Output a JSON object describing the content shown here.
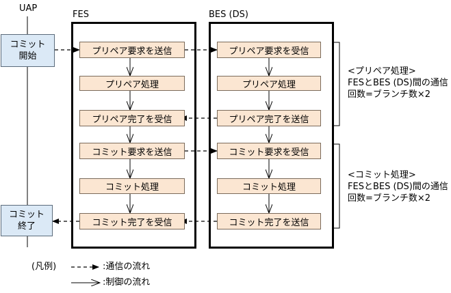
{
  "labels": {
    "uap": "UAP",
    "fes": "FES",
    "bes": "BES (DS)"
  },
  "uap_boxes": {
    "commit_start": {
      "line1": "コミット",
      "line2": "開始"
    },
    "commit_end": {
      "line1": "コミット",
      "line2": "終了"
    }
  },
  "fes_steps": [
    "プリペア要求を送信",
    "プリペア処理",
    "プリペア完了を受信",
    "コミット要求を送信",
    "コミット処理",
    "コミット完了を受信"
  ],
  "bes_steps": [
    "プリペア要求を受信",
    "プリペア処理",
    "プリペア完了を送信",
    "コミット要求を受信",
    "コミット処理",
    "コミット完了を送信"
  ],
  "notes": {
    "prepare": {
      "title": "<プリペア処理>",
      "line1": "FESとBES (DS)間の通信",
      "line2": "回数=ブランチ数×2"
    },
    "commit": {
      "title": "<コミット処理>",
      "line1": "FESとBES (DS)間の通信",
      "line2": "回数=ブランチ数×2"
    }
  },
  "legend": {
    "title": "(凡例)",
    "communication": ":通信の流れ",
    "control": ":制御の流れ"
  },
  "colors": {
    "step_fill": "#fbe6d2",
    "uap_fill": "#dbe9f6",
    "line": "#000000"
  }
}
